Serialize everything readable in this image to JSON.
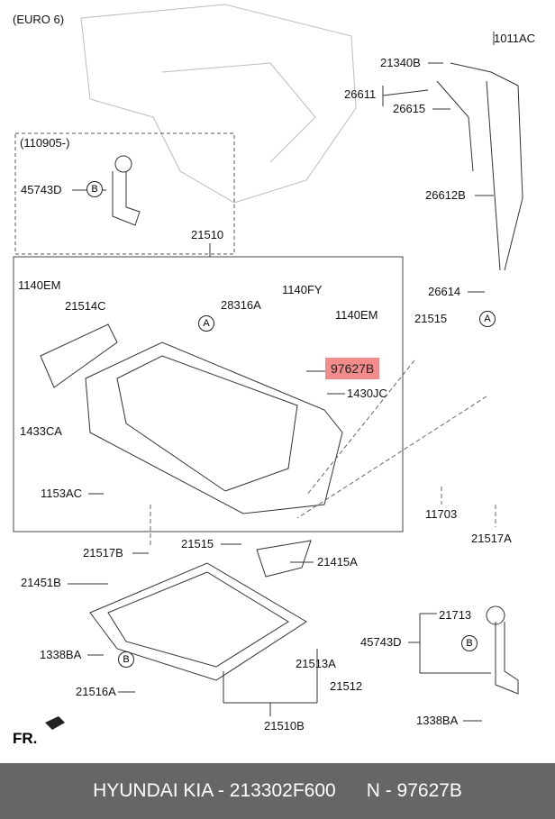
{
  "diagram": {
    "variant": "(EURO 6)",
    "inset_date": "(110905-)",
    "highlight_color": "#f28b8b",
    "front_label": "FR.",
    "labels": {
      "l1011AC": "1011AC",
      "l21340B": "21340B",
      "l26611": "26611",
      "l26615": "26615",
      "l26612B": "26612B",
      "l26614": "26614",
      "l45743D_a": "45743D",
      "l21510": "21510",
      "l1140EM_a": "1140EM",
      "l21514C": "21514C",
      "l28316A": "28316A",
      "l1140FY": "1140FY",
      "l1140EM_b": "1140EM",
      "l21515_a": "21515",
      "l97627B": "97627B",
      "l1430JC": "1430JC",
      "l1433CA": "1433CA",
      "l1153AC": "1153AC",
      "l11703": "11703",
      "l21517A": "21517A",
      "l21517B": "21517B",
      "l21515_b": "21515",
      "l21415A": "21415A",
      "l21451B": "21451B",
      "l21713": "21713",
      "l45743D_b": "45743D",
      "l1338BA_a": "1338BA",
      "l21513A": "21513A",
      "l21512": "21512",
      "l21516A": "21516A",
      "l21510B": "21510B",
      "l1338BA_b": "1338BA"
    },
    "refs": {
      "A": "A",
      "B": "B"
    }
  },
  "footer": {
    "part_text": "HYUNDAI  KIA - 213302F600",
    "oem_text": "N - 97627B"
  }
}
